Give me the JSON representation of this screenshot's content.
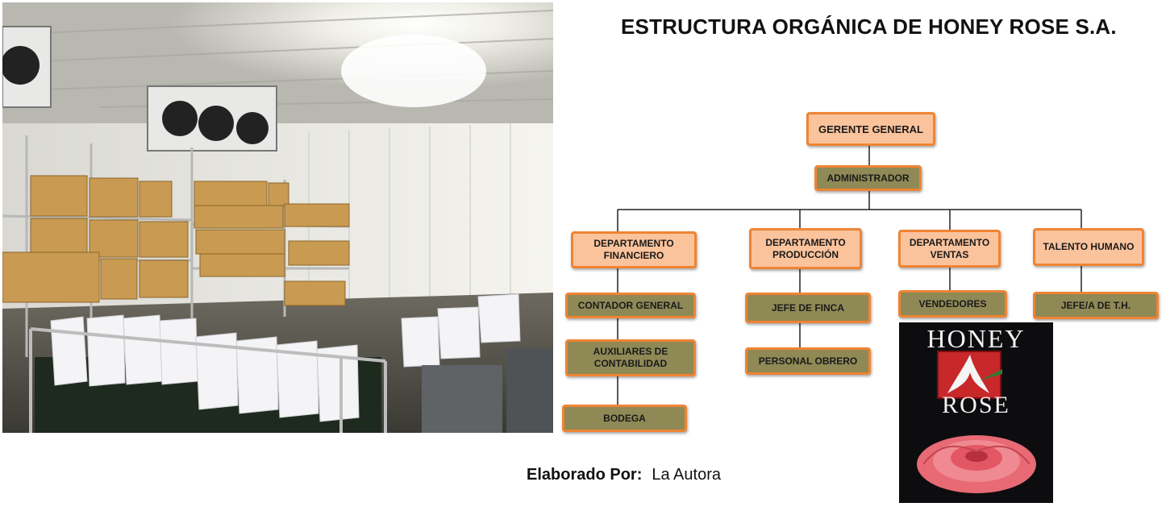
{
  "title": "ESTRUCTURA ORGÁNICA DE HONEY ROSE S.A.",
  "org": {
    "gerente": "GERENTE GENERAL",
    "administrador": "ADMINISTRADOR",
    "departments": [
      {
        "label": "DEPARTAMENTO FINANCIERO",
        "children": [
          "CONTADOR GENERAL",
          "AUXILIARES DE CONTABILIDAD",
          "BODEGA"
        ]
      },
      {
        "label": "DEPARTAMENTO PRODUCCIÓN",
        "children": [
          "JEFE DE FINCA",
          "PERSONAL OBRERO"
        ]
      },
      {
        "label": "DEPARTAMENTO VENTAS",
        "children": [
          "VENDEDORES"
        ]
      },
      {
        "label": "TALENTO HUMANO",
        "children": [
          "JEFE/A DE T.H."
        ]
      }
    ]
  },
  "credit": {
    "label": "Elaborado Por:",
    "value": "La Autora"
  },
  "logo": {
    "word_top": "HONEY",
    "word_bottom": "ROSE"
  },
  "colors": {
    "box_fill": "#fbc39c",
    "box_border": "#ef8434",
    "sub_fill": "#8f8956"
  }
}
